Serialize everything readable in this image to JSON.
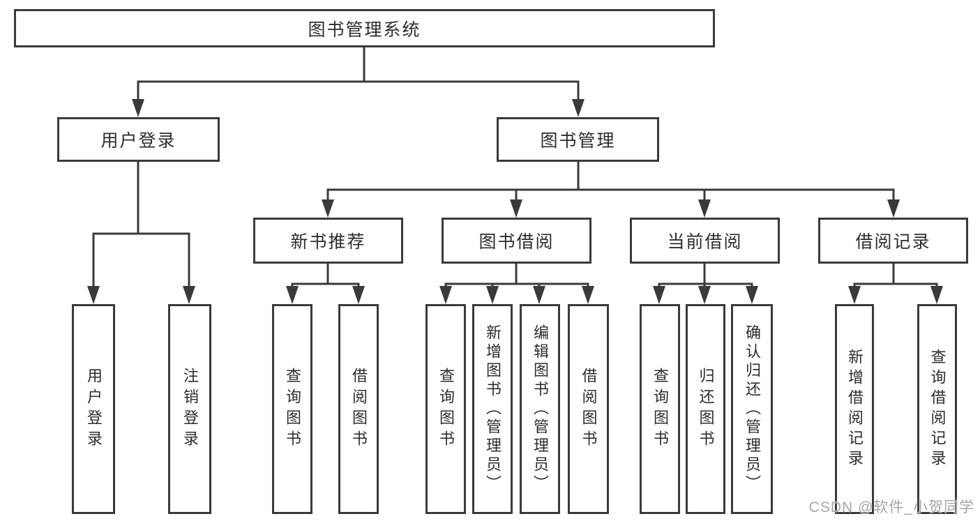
{
  "diagram": {
    "root": "图书管理系统",
    "level2": [
      "用户登录",
      "图书管理"
    ],
    "level3": [
      "新书推荐",
      "图书借阅",
      "当前借阅",
      "借阅记录"
    ],
    "leaves_user_login": [
      "用户登录",
      "注销登录"
    ],
    "leaves_new_books": [
      "查询图书",
      "借阅图书"
    ],
    "leaves_book_borrow": [
      "查询图书",
      "新增图书（管理员）",
      "编辑图书（管理员）",
      "借阅图书"
    ],
    "leaves_current_borrow": [
      "查询图书",
      "归还图书",
      "确认归还（管理员）"
    ],
    "leaves_borrow_records": [
      "新增借阅记录",
      "查询借阅记录"
    ]
  },
  "watermark": "CSDN @软件_小贺同学",
  "colors": {
    "line": "#3a3a3a",
    "text": "#2d2d2d",
    "watermark": "#a6a6a6",
    "background": "#ffffff"
  }
}
